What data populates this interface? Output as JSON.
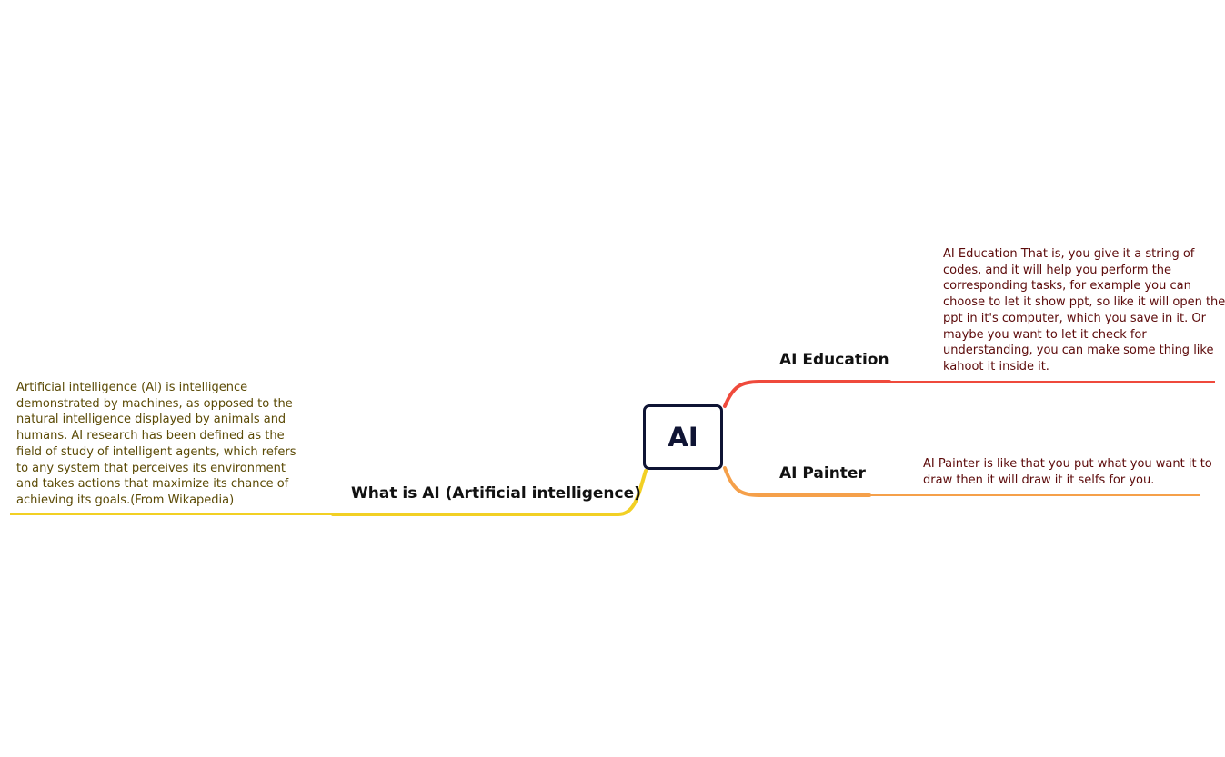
{
  "root": {
    "label": "AI"
  },
  "branches": {
    "what_is_ai": {
      "topic": "What is AI (Artificial intelligence)",
      "note": "Artificial intelligence (AI) is intelligence demonstrated by machines, as opposed to the natural intelligence displayed by animals and humans. AI research has been defined as the field of study of intelligent agents, which refers to any system that perceives its environment and takes actions that maximize its chance of achieving its goals.(From Wikapedia)",
      "color": "#f2d024"
    },
    "ai_education": {
      "topic": "AI Education",
      "note": "AI Education That is, you give it a string of codes, and it will help you perform the corresponding tasks, for example you can choose to let it show ppt, so like it will open the ppt in it's computer, which you save in it. Or maybe you want to let it check for understanding, you can make some thing like kahoot it inside it.",
      "color": "#ef4a3c"
    },
    "ai_painter": {
      "topic": "AI Painter",
      "note": "AI Painter is like that you put what you want it to draw then it will draw it it selfs for you.",
      "color": "#f5a04a"
    }
  }
}
